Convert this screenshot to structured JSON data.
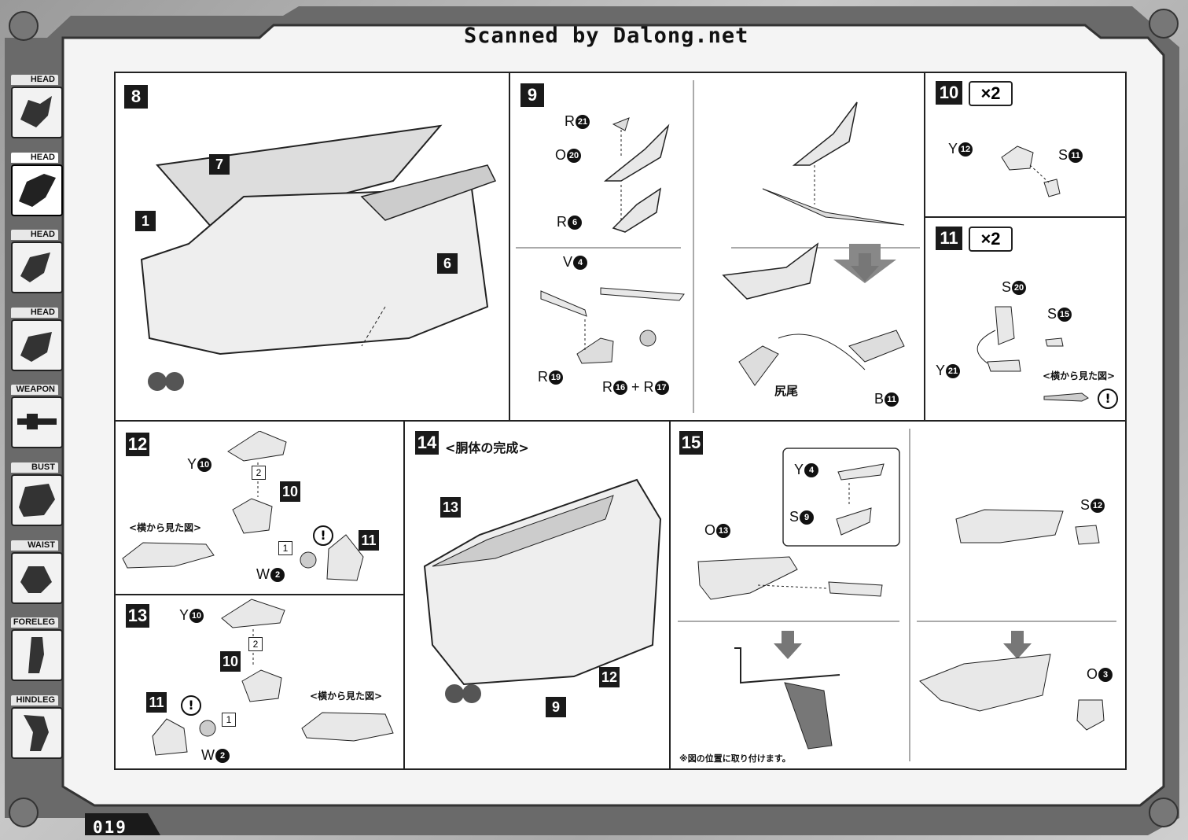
{
  "header": {
    "scan_credit": "Scanned by Dalong.net"
  },
  "sidebar": {
    "tabs": [
      {
        "label": "HEAD",
        "icon": "lion-head-icon"
      },
      {
        "label": "HEAD",
        "icon": "lion-head-icon"
      },
      {
        "label": "HEAD",
        "icon": "lion-head-icon"
      },
      {
        "label": "HEAD",
        "icon": "lion-head-icon"
      },
      {
        "label": "WEAPON",
        "icon": "weapon-icon"
      },
      {
        "label": "BUST",
        "icon": "bust-icon"
      },
      {
        "label": "WAIST",
        "icon": "waist-icon"
      },
      {
        "label": "FORELEG",
        "icon": "foreleg-icon"
      },
      {
        "label": "HINDLEG",
        "icon": "hindleg-icon"
      }
    ]
  },
  "page_number": "019",
  "steps": {
    "s8": {
      "num": "8",
      "callouts": [
        "7",
        "1",
        "6"
      ]
    },
    "s9": {
      "num": "9",
      "parts_top": [
        "R",
        "21",
        "O",
        "20",
        "R",
        "6"
      ],
      "parts_bottom": [
        "V",
        "4",
        "R",
        "19",
        "R",
        "16",
        "+",
        "R",
        "17"
      ],
      "tail_label": "尻尾",
      "b_part": [
        "B",
        "11"
      ]
    },
    "s10": {
      "num": "10",
      "mult": "×2",
      "parts": [
        "Y",
        "12",
        "S",
        "11"
      ]
    },
    "s11": {
      "num": "11",
      "mult": "×2",
      "parts": [
        "S",
        "20",
        "S",
        "15",
        "Y",
        "21"
      ],
      "side_view": "<横から見た図>",
      "warn": "!"
    },
    "s12": {
      "num": "12",
      "parts": [
        "Y",
        "10",
        "W",
        "2"
      ],
      "callouts": [
        "10",
        "11"
      ],
      "boxes": [
        "2",
        "1"
      ],
      "side_view": "<横から見た図>",
      "warn": "!"
    },
    "s13": {
      "num": "13",
      "parts": [
        "Y",
        "10",
        "W",
        "2"
      ],
      "callouts": [
        "10",
        "11"
      ],
      "boxes": [
        "2",
        "1"
      ],
      "side_view": "<横から見た図>",
      "warn": "!"
    },
    "s14": {
      "num": "14",
      "title": "<胴体の完成>",
      "callouts": [
        "13",
        "12",
        "9"
      ]
    },
    "s15": {
      "num": "15",
      "parts": [
        "Y",
        "4",
        "S",
        "9",
        "O",
        "13",
        "S",
        "12",
        "O",
        "3"
      ],
      "note": "※図の位置に取り付けます。"
    }
  }
}
